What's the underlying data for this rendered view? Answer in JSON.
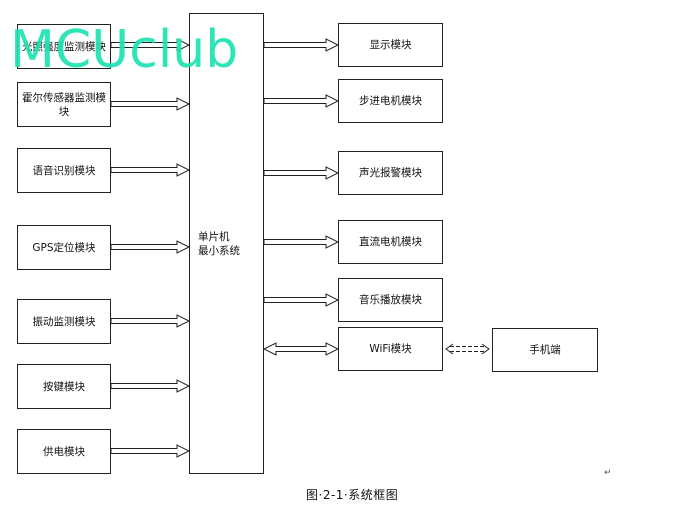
{
  "watermark": "MCUclub",
  "caption": "图·2-1·系统框图",
  "paragraph_mark": "↵",
  "mcu": {
    "line1": "单片机",
    "line2": "最小系统"
  },
  "inputs": [
    {
      "id": "light",
      "label": "光照强度监测模块"
    },
    {
      "id": "hall",
      "label": "霍尔传感器监测模块"
    },
    {
      "id": "voice",
      "label": "语音识别模块"
    },
    {
      "id": "gps",
      "label": "GPS定位模块"
    },
    {
      "id": "vibration",
      "label": "振动监测模块"
    },
    {
      "id": "keys",
      "label": "按键模块"
    },
    {
      "id": "power",
      "label": "供电模块"
    }
  ],
  "outputs": [
    {
      "id": "display",
      "label": "显示模块"
    },
    {
      "id": "stepper",
      "label": "步进电机模块"
    },
    {
      "id": "alarm",
      "label": "声光报警模块"
    },
    {
      "id": "dcmotor",
      "label": "直流电机模块"
    },
    {
      "id": "music",
      "label": "音乐播放模块"
    },
    {
      "id": "wifi",
      "label": "WiFi模块"
    }
  ],
  "phone": {
    "label": "手机端"
  }
}
